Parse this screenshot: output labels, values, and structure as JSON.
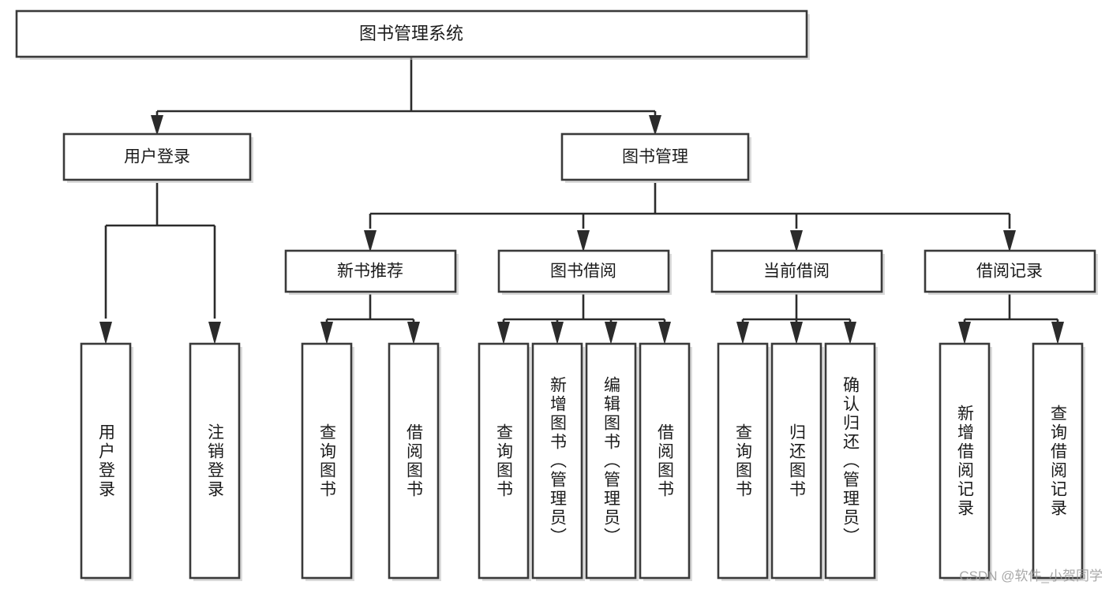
{
  "diagram": {
    "type": "tree-hierarchy",
    "title": "图书管理系统",
    "orientation": "top-down",
    "colors": {
      "box_stroke": "#3a3a3a",
      "box_fill": "#ffffff",
      "connector": "#2b2b2b",
      "text": "#1b1b1b",
      "watermark": "#9a9a9a",
      "background": "#ffffff"
    },
    "root": {
      "label": "图书管理系统"
    },
    "level2": [
      {
        "label": "用户登录"
      },
      {
        "label": "图书管理"
      }
    ],
    "level3": [
      {
        "label": "新书推荐"
      },
      {
        "label": "图书借阅"
      },
      {
        "label": "当前借阅"
      },
      {
        "label": "借阅记录"
      }
    ],
    "leaves": {
      "user_login": [
        {
          "label": "用户登录"
        },
        {
          "label": "注销登录"
        }
      ],
      "new_book_recommend": [
        {
          "label": "查询图书"
        },
        {
          "label": "借阅图书"
        }
      ],
      "book_borrow": [
        {
          "label": "查询图书"
        },
        {
          "label": "新增图书（管理员）"
        },
        {
          "label": "编辑图书（管理员）"
        },
        {
          "label": "借阅图书"
        }
      ],
      "current_borrow": [
        {
          "label": "查询图书"
        },
        {
          "label": "归还图书"
        },
        {
          "label": "确认归还（管理员）"
        }
      ],
      "borrow_record": [
        {
          "label": "新增借阅记录"
        },
        {
          "label": "查询借阅记录"
        }
      ]
    }
  },
  "watermark": {
    "text": "CSDN @软件_小贺同学"
  }
}
